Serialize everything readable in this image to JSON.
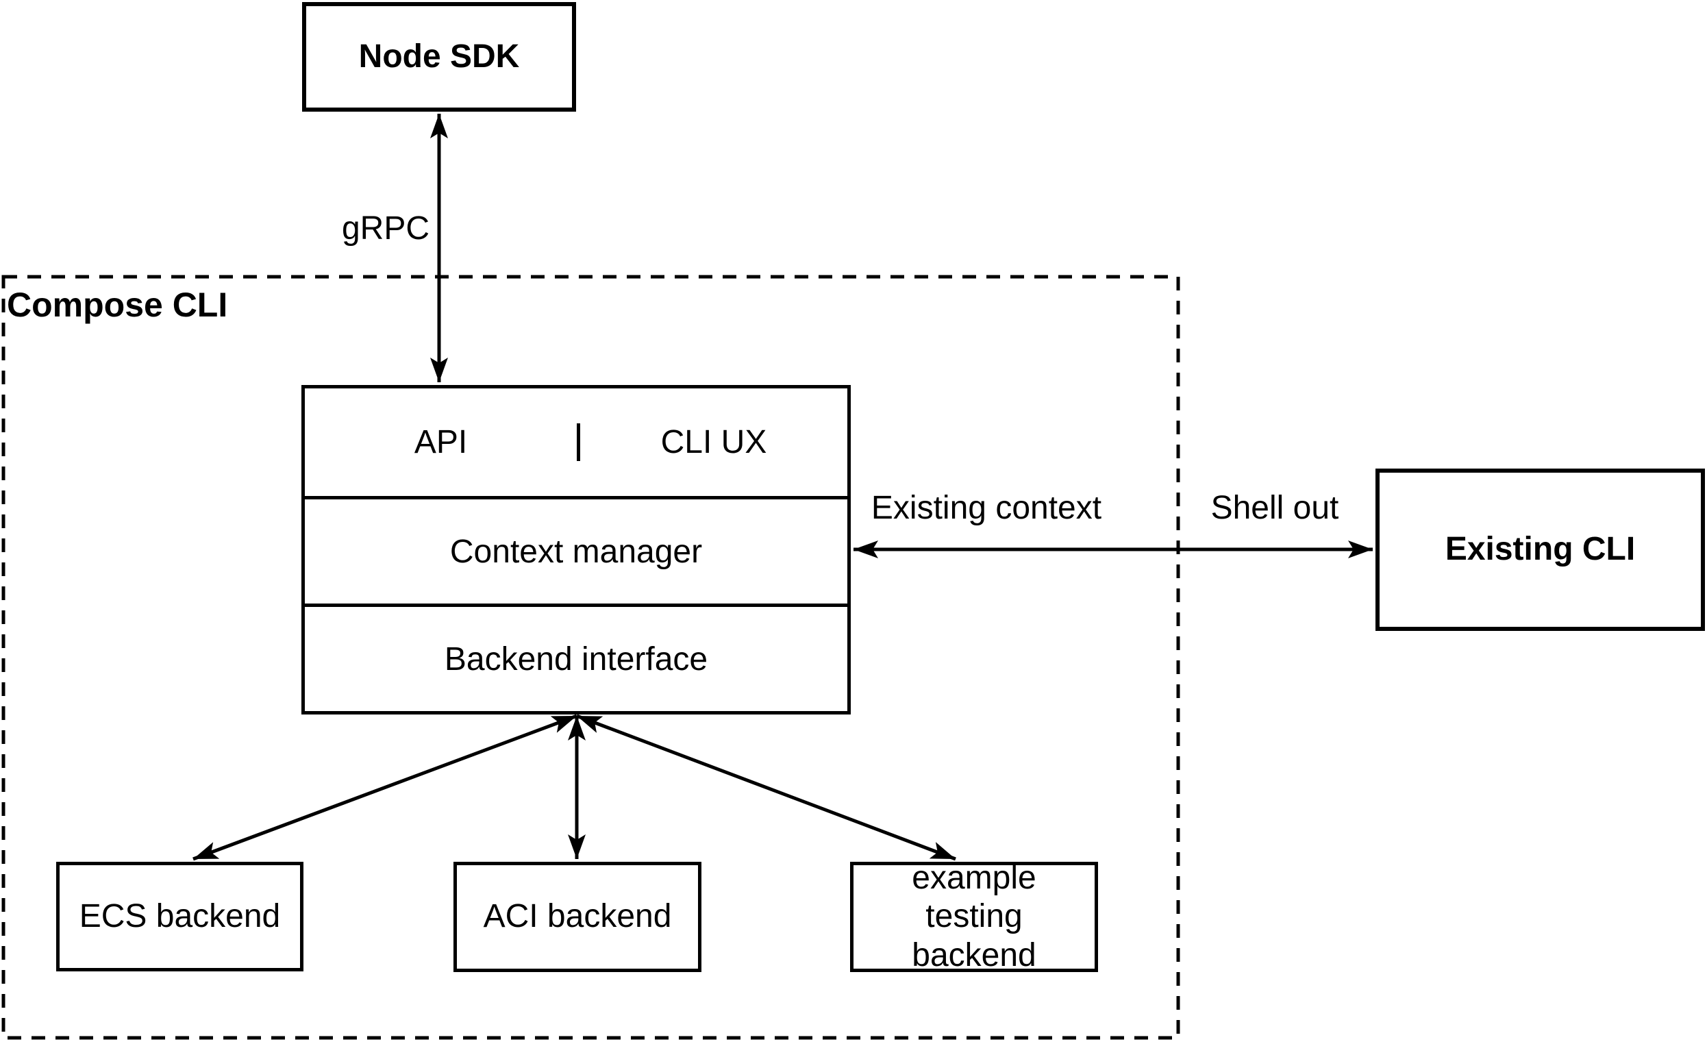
{
  "container": {
    "label": "Compose CLI"
  },
  "nodes": {
    "node_sdk": {
      "label": "Node SDK"
    },
    "api": {
      "label": "API"
    },
    "cli_ux": {
      "label": "CLI UX"
    },
    "context_manager": {
      "label": "Context manager"
    },
    "backend_interface": {
      "label": "Backend interface"
    },
    "ecs_backend": {
      "label": "ECS backend"
    },
    "aci_backend": {
      "label": "ACI backend"
    },
    "example_testing_backend": {
      "label": "example testing backend"
    },
    "existing_cli": {
      "label": "Existing CLI"
    }
  },
  "edges": {
    "grpc": {
      "label": "gRPC",
      "from": "node_sdk",
      "to": "api",
      "arrows": "both"
    },
    "existing_context": {
      "label": "Existing context",
      "from": "context_manager",
      "to": "existing_cli",
      "arrows": "both"
    },
    "shell_out": {
      "label": "Shell out",
      "from": "context_manager",
      "to": "existing_cli",
      "arrows": "both"
    },
    "backend_to_ecs": {
      "label": "",
      "from": "backend_interface",
      "to": "ecs_backend",
      "arrows": "both"
    },
    "backend_to_aci": {
      "label": "",
      "from": "backend_interface",
      "to": "aci_backend",
      "arrows": "both"
    },
    "backend_to_example": {
      "label": "",
      "from": "backend_interface",
      "to": "example_testing_backend",
      "arrows": "both"
    }
  },
  "colors": {
    "stroke": "#000000",
    "background": "#ffffff",
    "box_fill": "#ffffff"
  }
}
